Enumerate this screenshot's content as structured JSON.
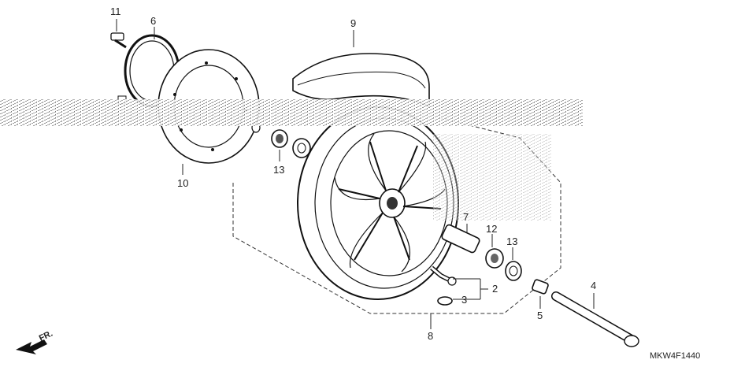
{
  "diagram": {
    "code": "MKW4F1440",
    "direction_label": "FR.",
    "parts": {
      "p11": "11",
      "p6": "6",
      "p9": "9",
      "p10": "10",
      "p13a": "13",
      "p7": "7",
      "p12": "12",
      "p13b": "13",
      "p2": "2",
      "p3": "3",
      "p4": "4",
      "p5": "5",
      "p8": "8"
    }
  }
}
